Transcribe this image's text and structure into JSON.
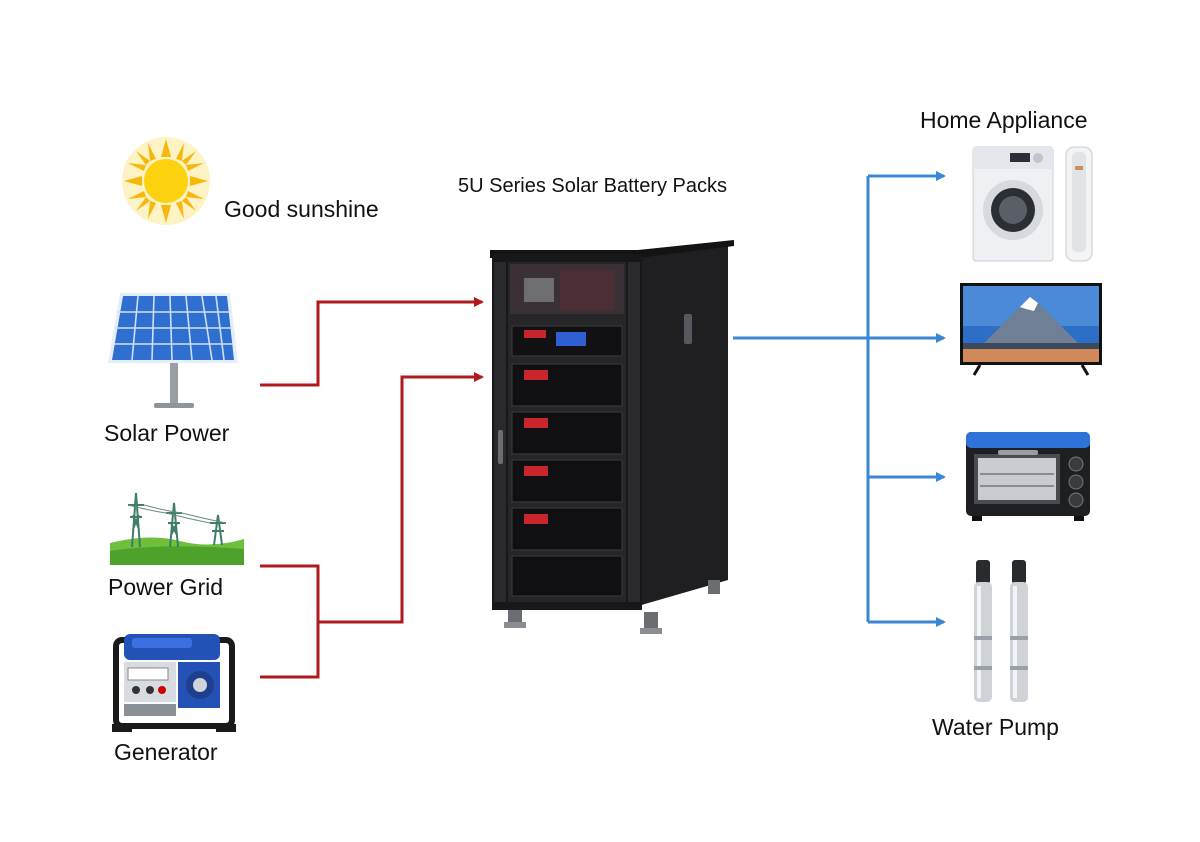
{
  "title": "5U Series Solar Battery Packs",
  "inputs": {
    "sunshine": "Good sunshine",
    "solar": "Solar Power",
    "grid": "Power Grid",
    "generator": "Generator"
  },
  "outputs": {
    "home_appliance": "Home Appliance",
    "water_pump": "Water Pump"
  },
  "colors": {
    "input_line": "#b01a1f",
    "output_line": "#3a87d6",
    "cabinet": "#1c1c1e",
    "battery_accent": "#c8262b"
  },
  "icons": [
    "sun-icon",
    "solar-panel-icon",
    "power-grid-icon",
    "generator-icon",
    "battery-cabinet-icon",
    "washing-machine-icon",
    "air-conditioner-icon",
    "tv-icon",
    "oven-icon",
    "water-pump-icon"
  ]
}
